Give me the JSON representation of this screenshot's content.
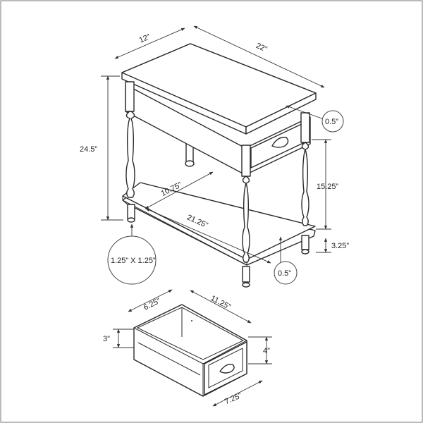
{
  "table": {
    "depth": "12”",
    "width": "22”",
    "height": "24.5”",
    "top_thickness": "0.5”",
    "shelf_to_apron": "15.25”",
    "shelf_depth": "10.75”",
    "shelf_width": "21.25”",
    "floor_clearance": "3.25”",
    "shelf_thickness": "0.5”",
    "leg_size": "1.25” X 1.25”"
  },
  "drawer": {
    "depth": "6.25”",
    "width": "11.25”",
    "inner_height": "3”",
    "front_height": "4”",
    "front_width": "7.25”"
  }
}
